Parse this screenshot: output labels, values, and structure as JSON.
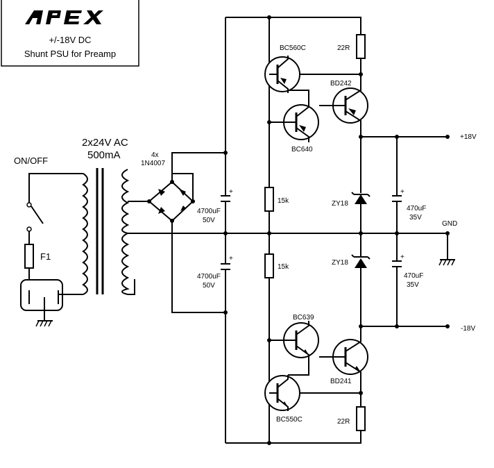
{
  "title_box": {
    "brand": "APEX",
    "line1": "+/-18V DC",
    "line2": "Shunt PSU for Preamp"
  },
  "mains": {
    "switch_label": "ON/OFF",
    "fuse_label": "F1"
  },
  "transformer": {
    "line1": "2x24V AC",
    "line2": "500mA"
  },
  "bridge": {
    "line1": "4x",
    "line2": "1N4007"
  },
  "capacitors": {
    "main_top": {
      "value": "4700uF",
      "voltage": "50V",
      "plus": "+"
    },
    "main_bottom": {
      "value": "4700uF",
      "voltage": "50V",
      "plus": "+"
    },
    "out_top": {
      "value": "470uF",
      "voltage": "35V",
      "plus": "+"
    },
    "out_bottom": {
      "value": "470uF",
      "voltage": "35V",
      "plus": "+"
    }
  },
  "resistors": {
    "top_22r": "22R",
    "bottom_22r": "22R",
    "top_15k": "15k",
    "bottom_15k": "15k"
  },
  "zeners": {
    "top": "ZY18",
    "bottom": "ZY18"
  },
  "transistors": {
    "q1": "BC560C",
    "q2": "BD242",
    "q3": "BC640",
    "q4": "BC639",
    "q5": "BD241",
    "q6": "BC550C"
  },
  "rails": {
    "pos": "+18V",
    "gnd": "GND",
    "neg": "-18V"
  }
}
